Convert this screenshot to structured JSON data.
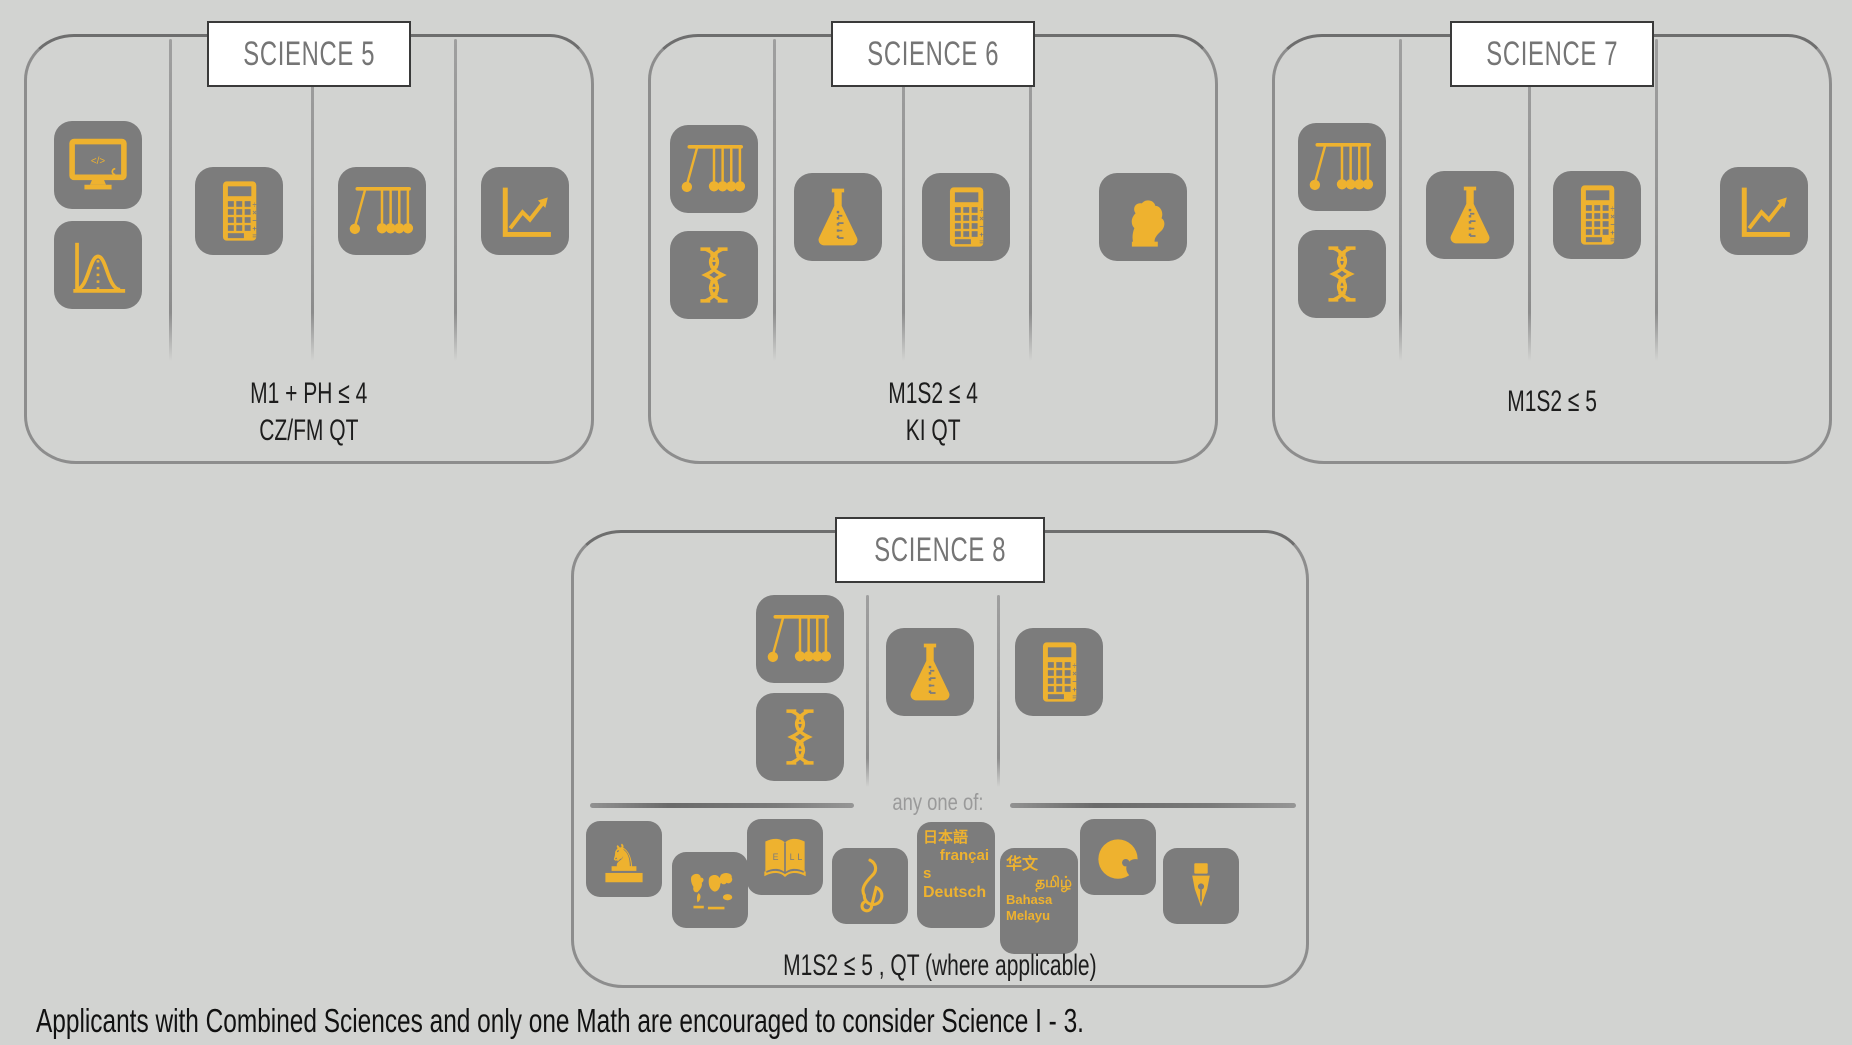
{
  "colors": {
    "background": "#d2d3d1",
    "tile": "#7c7c7c",
    "accent": "#eeb22f",
    "box_border": "#8d8d8d",
    "title_box_border": "#3a3a3a",
    "title_text": "#757575",
    "body_text": "#1d1d1d",
    "muted_text": "#9a9a9a"
  },
  "glyphs": {
    "monitor_code": "</>",
    "knight": "♞",
    "calc_keys": [
      "÷",
      "×",
      "−",
      "+",
      "="
    ]
  },
  "boxes": {
    "science5": {
      "title": "SCIENCE 5",
      "req1": "M1 + PH ≤ 4",
      "req2": "CZ/FM QT",
      "icons": [
        "computer-code",
        "bell-curve",
        "calculator",
        "newtons-cradle",
        "line-chart"
      ]
    },
    "science6": {
      "title": "SCIENCE 6",
      "req1": "M1S2 ≤ 4",
      "req2": "KI QT",
      "icons": [
        "newtons-cradle",
        "dna",
        "flask",
        "calculator",
        "thinker-statue"
      ]
    },
    "science7": {
      "title": "SCIENCE 7",
      "req1": "M1S2 ≤ 5",
      "icons": [
        "newtons-cradle",
        "dna",
        "flask",
        "calculator",
        "line-chart"
      ]
    },
    "science8": {
      "title": "SCIENCE 8",
      "any_one_of": "any one of:",
      "req1": "M1S2 ≤ 5 ,  QT (where applicable)",
      "icons_core": [
        "newtons-cradle",
        "dna",
        "flask",
        "calculator"
      ],
      "icons_electives": [
        "equestrian-statue",
        "world-map",
        "open-book",
        "treble-clef",
        "languages-jp-fr-de",
        "languages-cn-ta-ms",
        "art-palette",
        "pen-nib"
      ],
      "book_letters": [
        "E",
        "L",
        "L"
      ],
      "lang1": [
        "日本語",
        "françai",
        "s",
        "Deutsch"
      ],
      "lang2": [
        "华文",
        "தமிழ்",
        "Bahasa",
        "Melayu"
      ]
    }
  },
  "footnote": "Applicants with Combined Sciences and only one Math are encouraged to consider Science I - 3."
}
